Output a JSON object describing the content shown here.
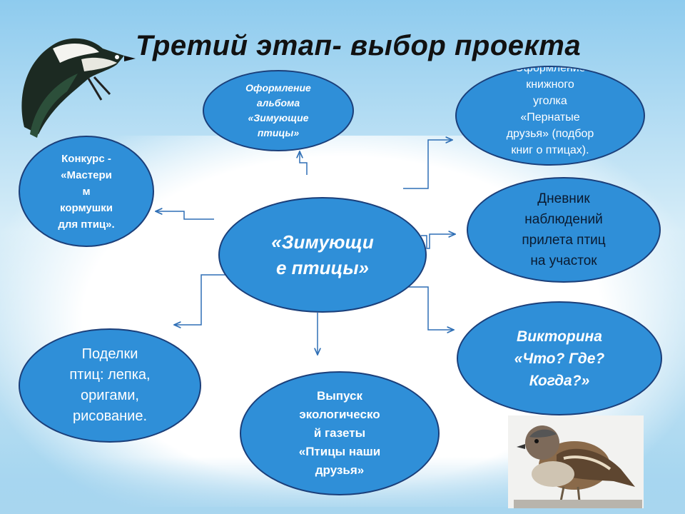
{
  "title": "Третий этап- выбор проекта",
  "center": "«Зимующи\nе птицы»",
  "nodes": {
    "album": "Оформление\nальбома\n«Зимующие\nптицы»",
    "book_corner": "Оформление\nкнижного\nуголка\n«Пернатые\nдрузья» (подбор\nкниг о птицах).",
    "contest": "Конкурс -\n«Мастери\nм\nкормушки\nдля птиц».",
    "diary": "Дневник\nнаблюдений\nприлета птиц\nна участок",
    "crafts": "Поделки\nптиц: лепка,\nоригами,\nрисование.",
    "quiz": "Викторина\n«Что? Где?\nКогда?»",
    "newspaper": "Выпуск\nэкологическо\nй газеты\n«Птицы наши\nдрузья»"
  },
  "images": {
    "magpie": "magpie-picture",
    "sparrow": "sparrow-picture"
  }
}
